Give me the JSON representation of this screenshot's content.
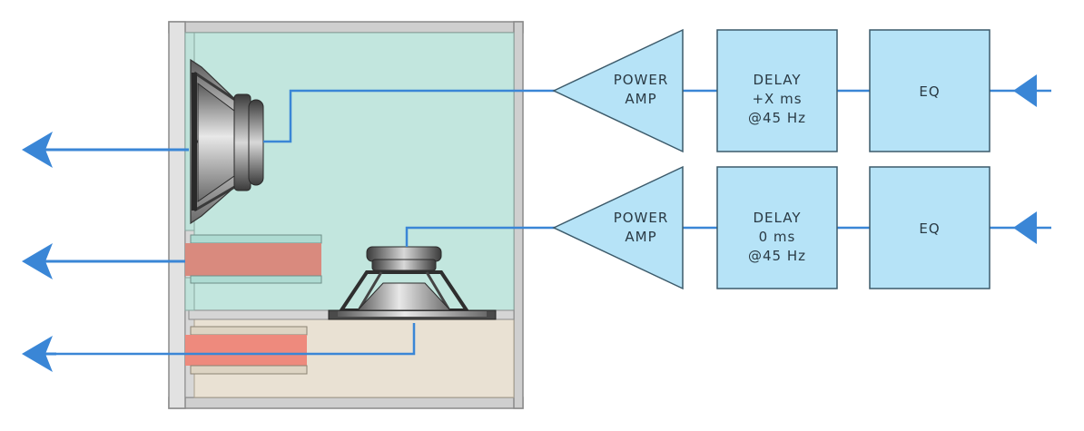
{
  "signal_chain_top": {
    "amp": {
      "line1": "POWER",
      "line2": "AMP"
    },
    "delay": {
      "line1": "DELAY",
      "line2": "+X ms",
      "line3": "@45 Hz"
    },
    "eq": {
      "label": "EQ"
    }
  },
  "signal_chain_bottom": {
    "amp": {
      "line1": "POWER",
      "line2": "AMP"
    },
    "delay": {
      "line1": "DELAY",
      "line2": "0 ms",
      "line3": "@45 Hz"
    },
    "eq": {
      "label": "EQ"
    }
  },
  "colors": {
    "block_fill": "#b6e3f7",
    "block_stroke": "#3c5a6a",
    "signal_line": "#3a86d6",
    "cabinet_wall": "#c8c8c8",
    "upper_chamber": "#c2e6de",
    "lower_chamber": "#e9e1d3",
    "port": "#df8a7c"
  }
}
